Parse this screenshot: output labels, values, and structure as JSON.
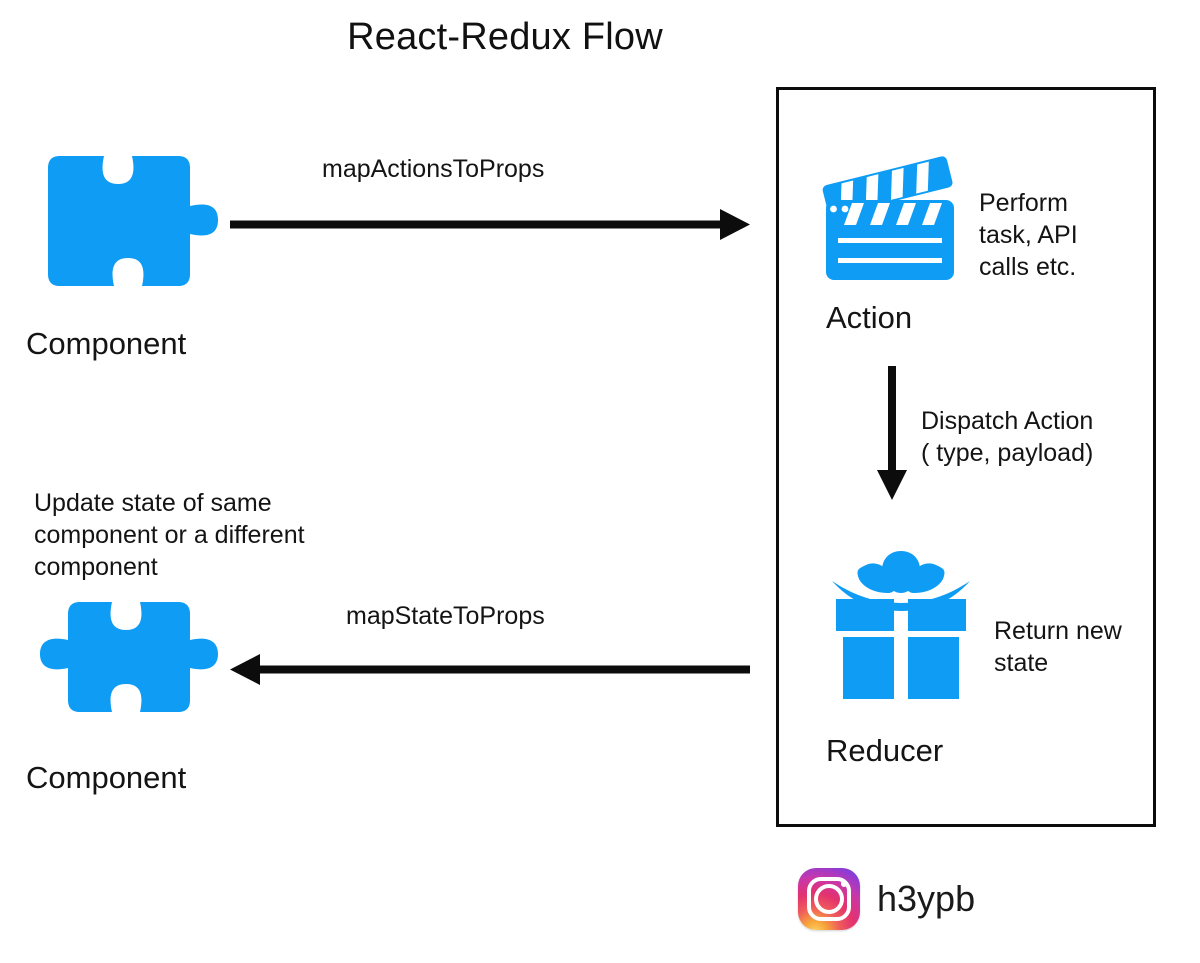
{
  "diagram": {
    "title": "React-Redux Flow",
    "accent_color": "#0e9cf5",
    "line_color": "#0c0c0c",
    "background": "#ffffff"
  },
  "left_column": {
    "component_top_label": "Component",
    "component_bottom_label": "Component",
    "update_note": "Update state of same\ncomponent or a different\ncomponent",
    "puzzle_top_icon": "puzzle-piece-icon",
    "puzzle_bottom_icon": "puzzle-piece-icon"
  },
  "arrows": {
    "top": {
      "label": "mapActionsToProps",
      "direction": "right"
    },
    "bottom": {
      "label": "mapStateToProps",
      "direction": "left"
    },
    "dispatch": {
      "label": "Dispatch Action\n( type, payload)",
      "direction": "down"
    }
  },
  "redux_box": {
    "action": {
      "icon": "clapperboard-icon",
      "title": "Action",
      "note": "Perform\ntask, API\ncalls etc."
    },
    "reducer": {
      "icon": "gift-box-icon",
      "title": "Reducer",
      "note": "Return new\nstate"
    }
  },
  "footer": {
    "icon": "instagram-icon",
    "handle": "h3ypb"
  }
}
